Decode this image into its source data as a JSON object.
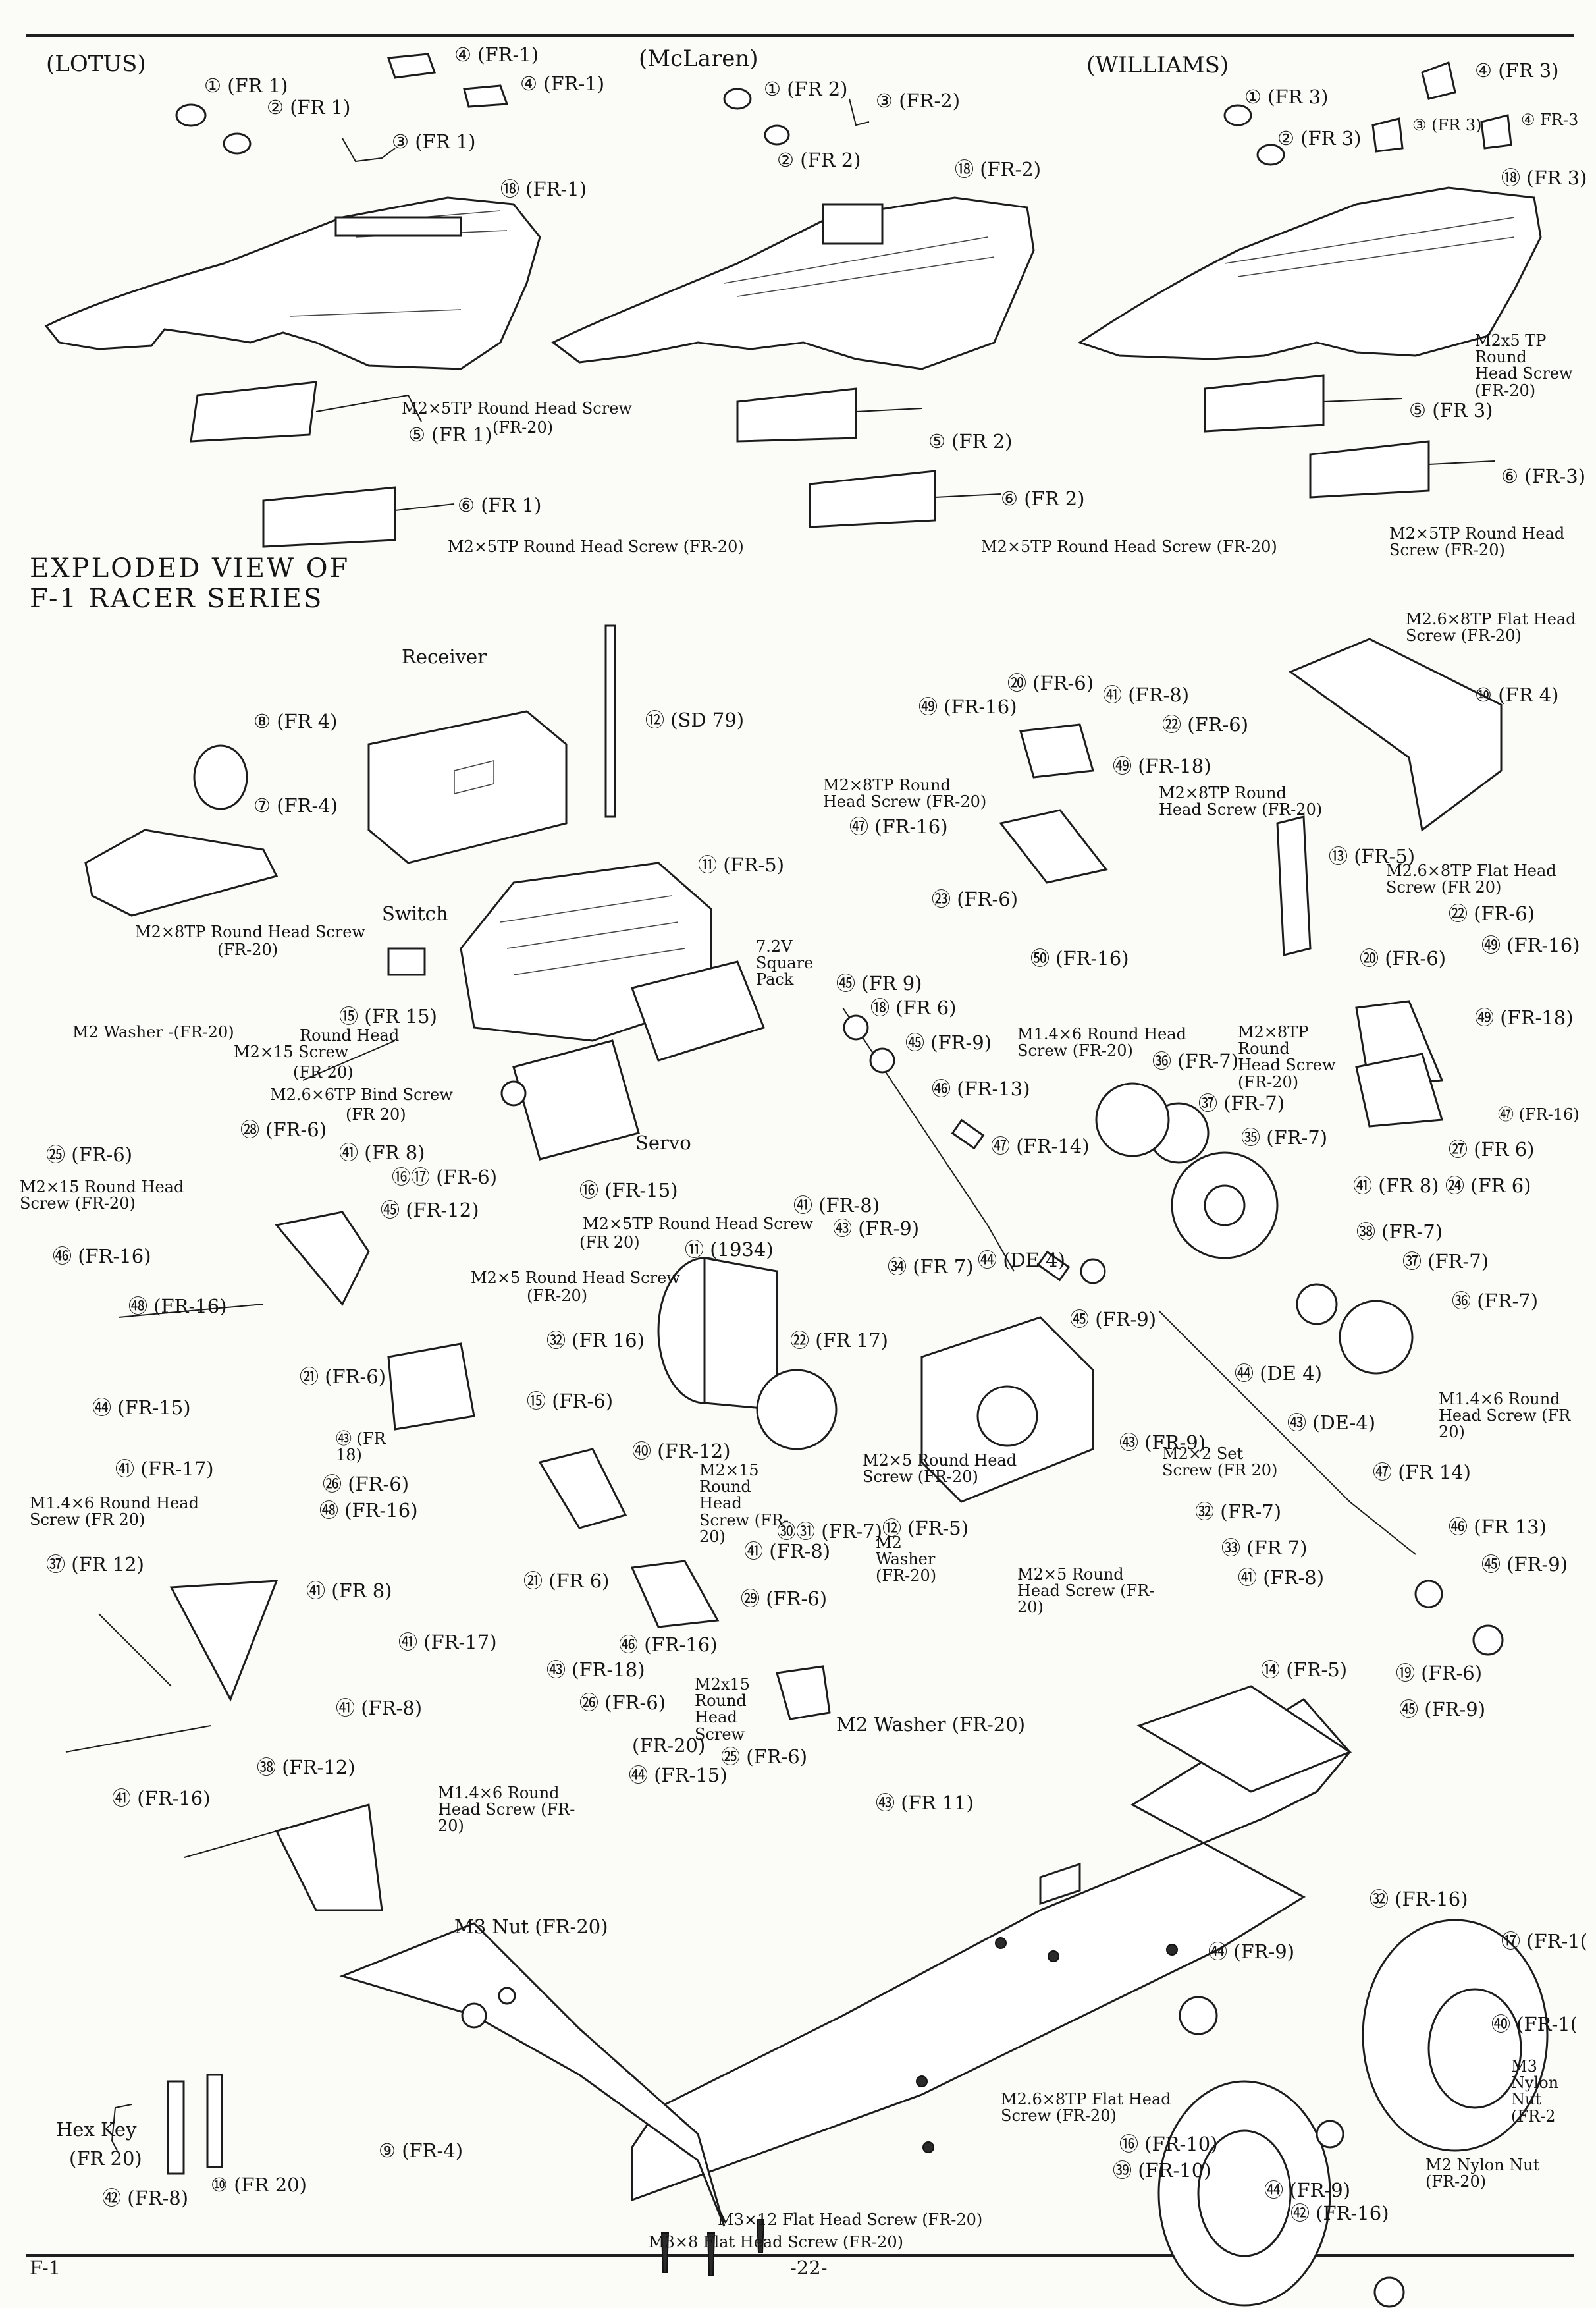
{
  "title": "EXPLODED VIEW OF F-1 RACER SERIES",
  "title_line1": "EXPLODED VIEW OF",
  "title_line2": "F-1 RACER SERIES",
  "page_number": "-22-",
  "page_code": "F-1",
  "bodies": {
    "lotus": {
      "name": "(LOTUS)"
    },
    "mclaren": {
      "name": "(McLaren)"
    },
    "williams": {
      "name": "(WILLIAMS)"
    }
  },
  "labels": [
    {
      "id": "lotus-1",
      "text": "① (FR 1)"
    },
    {
      "id": "lotus-2",
      "text": "② (FR 1)"
    },
    {
      "id": "lotus-3",
      "text": "③ (FR 1)"
    },
    {
      "id": "lotus-4a",
      "text": "④ (FR-1)"
    },
    {
      "id": "lotus-4b",
      "text": "④ (FR-1)"
    },
    {
      "id": "lotus-78",
      "text": "⑱ (FR-1)"
    },
    {
      "id": "lotus-5",
      "text": "⑤ (FR 1)"
    },
    {
      "id": "lotus-6",
      "text": "⑥ (FR 1)"
    },
    {
      "id": "lotus-screw1a",
      "text": "M2×5TP Round Head Screw"
    },
    {
      "id": "lotus-screw1b",
      "text": "(FR-20)"
    },
    {
      "id": "lotus-screw2",
      "text": "M2×5TP Round Head Screw (FR-20)"
    },
    {
      "id": "mcl-1",
      "text": "① (FR 2)"
    },
    {
      "id": "mcl-3",
      "text": "③ (FR-2)"
    },
    {
      "id": "mcl-2",
      "text": "② (FR 2)"
    },
    {
      "id": "mcl-78",
      "text": "⑱ (FR-2)"
    },
    {
      "id": "mcl-5",
      "text": "⑤ (FR 2)"
    },
    {
      "id": "mcl-6",
      "text": "⑥ (FR 2)"
    },
    {
      "id": "mcl-screw",
      "text": "M2×5TP Round Head Screw (FR-20)"
    },
    {
      "id": "wil-4a",
      "text": "④ (FR 3)"
    },
    {
      "id": "wil-1",
      "text": "① (FR 3)"
    },
    {
      "id": "wil-2",
      "text": "② (FR 3)"
    },
    {
      "id": "wil-3",
      "text": "③ (FR 3)"
    },
    {
      "id": "wil-4b",
      "text": "④ FR-3"
    },
    {
      "id": "wil-78",
      "text": "⑱ (FR 3)"
    },
    {
      "id": "wil-screw1",
      "text": "M2x5 TP Round Head Screw (FR-20)"
    },
    {
      "id": "wil-5",
      "text": "⑤ (FR 3)"
    },
    {
      "id": "wil-6",
      "text": "⑥ (FR-3)"
    },
    {
      "id": "wil-screw2",
      "text": "M2×5TP Round Head Screw (FR-20)"
    },
    {
      "id": "receiver",
      "text": "Receiver"
    },
    {
      "id": "p72",
      "text": "⑫ (SD 79)"
    },
    {
      "id": "p8",
      "text": "⑧ (FR 4)"
    },
    {
      "id": "p7",
      "text": "⑦ (FR-4)"
    },
    {
      "id": "m2x8a",
      "text": "M2×8TP Round Head Screw"
    },
    {
      "id": "m2x8a2",
      "text": "(FR-20)"
    },
    {
      "id": "switch",
      "text": "Switch"
    },
    {
      "id": "p11",
      "text": "⑪ (FR-5)"
    },
    {
      "id": "battery",
      "text": "7.2V Square Pack"
    },
    {
      "id": "p65",
      "text": "⑮ (FR 15)"
    },
    {
      "id": "rh1",
      "text": "Round Head"
    },
    {
      "id": "m2washer",
      "text": "M2 Washer -(FR-20)"
    },
    {
      "id": "m2x15screw",
      "text": "M2×15 Screw"
    },
    {
      "id": "fr20a",
      "text": "(FR 20)"
    },
    {
      "id": "m26bind",
      "text": "M2.6×6TP Bind Screw"
    },
    {
      "id": "fr20b",
      "text": "(FR 20)"
    },
    {
      "id": "servo",
      "text": "Servo"
    },
    {
      "id": "p25",
      "text": "㉕ (FR-6)"
    },
    {
      "id": "p28",
      "text": "㉘ (FR-6)"
    },
    {
      "id": "p41a",
      "text": "㊶ (FR 8)"
    },
    {
      "id": "p16",
      "text": "⑯⑰ (FR-6)"
    },
    {
      "id": "p66",
      "text": "⑯ (FR-15)"
    },
    {
      "id": "m2x15rh",
      "text": "M2×15 Round Head Screw (FR-20)"
    },
    {
      "id": "p59",
      "text": "㊺ (FR-12)"
    },
    {
      "id": "m2x5tp2",
      "text": "M2×5TP Round Head Screw"
    },
    {
      "id": "fr20c",
      "text": "(FR 20)"
    },
    {
      "id": "p71",
      "text": "⑪ (1934)"
    },
    {
      "id": "p46a",
      "text": "㊻ (FR-16)"
    },
    {
      "id": "m2x5rh",
      "text": "M2×5 Round Head Screw"
    },
    {
      "id": "fr20d",
      "text": "(FR-20)"
    },
    {
      "id": "p48a",
      "text": "㊽ (FR-16)"
    },
    {
      "id": "p52",
      "text": "㉜ (FR 16)"
    },
    {
      "id": "p21a",
      "text": "㉑ (FR-6)"
    },
    {
      "id": "p15",
      "text": "⑮ (FR-6)"
    },
    {
      "id": "p64a",
      "text": "㊹ (FR-15)"
    },
    {
      "id": "p68a",
      "text": "㊸ (FR 18)"
    },
    {
      "id": "p26a",
      "text": "㉖ (FR-6)"
    },
    {
      "id": "p61a",
      "text": "㊶ (FR-17)"
    },
    {
      "id": "m14x6a",
      "text": "M1.4×6 Round Head Screw (FR 20)"
    },
    {
      "id": "p48b",
      "text": "㊽ (FR-16)"
    },
    {
      "id": "p60",
      "text": "㊵ (FR-12)"
    },
    {
      "id": "p62",
      "text": "㉒ (FR 17)"
    },
    {
      "id": "m2x15b",
      "text": "M2×15 Round Head Screw (FR-20)"
    },
    {
      "id": "m2x5b",
      "text": "M2×5 Round Head Screw (FR-20)"
    },
    {
      "id": "p12",
      "text": "⑫ (FR-5)"
    },
    {
      "id": "p30",
      "text": "㉚㉛ (FR-7)"
    },
    {
      "id": "p41b",
      "text": "㊶ (FR-8)"
    },
    {
      "id": "p57",
      "text": "㊲ (FR 12)"
    },
    {
      "id": "p41c",
      "text": "㊶ (FR 8)"
    },
    {
      "id": "p21b",
      "text": "㉑ (FR 6)"
    },
    {
      "id": "p29",
      "text": "㉙ (FR-6)"
    },
    {
      "id": "p46b",
      "text": "㊻ (FR-16)"
    },
    {
      "id": "p61b",
      "text": "㊶ (FR-17)"
    },
    {
      "id": "p68b",
      "text": "㊸ (FR-18)"
    },
    {
      "id": "p26b",
      "text": "㉖ (FR-6)"
    },
    {
      "id": "fr20e",
      "text": "(FR-20)"
    },
    {
      "id": "m2x15c",
      "text": "M2x15 Round Head Screw"
    },
    {
      "id": "p25b",
      "text": "㉕ (FR-6)"
    },
    {
      "id": "m2washer2",
      "text": "M2 Washer (FR-20)"
    },
    {
      "id": "p41d",
      "text": "㊶ (FR-8)"
    },
    {
      "id": "m14x6b",
      "text": "M1.4×6 Round Head Screw (FR-20)"
    },
    {
      "id": "p64b",
      "text": "㊹ (FR-15)"
    },
    {
      "id": "p51",
      "text": "㊶ (FR-16)"
    },
    {
      "id": "p58",
      "text": "㊳ (FR-12)"
    },
    {
      "id": "m2wash3",
      "text": "M2 Washer (FR-20)"
    },
    {
      "id": "m2x5c",
      "text": "M2×5 Round Head Screw (FR-20)"
    },
    {
      "id": "p49",
      "text": "㊾ (FR-16)"
    },
    {
      "id": "p20a",
      "text": "⑳ (FR-6)"
    },
    {
      "id": "p41e",
      "text": "㊶ (FR-8)"
    },
    {
      "id": "p22a",
      "text": "㉒ (FR-6)"
    },
    {
      "id": "p69a",
      "text": "㊾ (FR-18)"
    },
    {
      "id": "m2x8b",
      "text": "M2×8TP Round Head Screw (FR-20)"
    },
    {
      "id": "p47a",
      "text": "㊼ (FR-16)"
    },
    {
      "id": "m2x8c",
      "text": "M2×8TP Round Head Screw (FR-20)"
    },
    {
      "id": "p23",
      "text": "㉓ (FR-6)"
    },
    {
      "id": "p13",
      "text": "⑬ (FR-5)"
    },
    {
      "id": "m26flat",
      "text": "M2.6×8TP Flat Head Screw (FR-20)"
    },
    {
      "id": "p10",
      "text": "⑩ (FR 4)"
    },
    {
      "id": "m26flat2",
      "text": "M2.6×8TP Flat Head Screw (FR 20)"
    },
    {
      "id": "p22b",
      "text": "㉒ (FR-6)"
    },
    {
      "id": "p49b",
      "text": "㊾ (FR-16)"
    },
    {
      "id": "p50",
      "text": "㊿ (FR-16)"
    },
    {
      "id": "p20b",
      "text": "⑳ (FR-6)"
    },
    {
      "id": "p69b",
      "text": "㊾ (FR-18)"
    },
    {
      "id": "m2x8d",
      "text": "M2×8TP Round Head Screw (FR-20)"
    },
    {
      "id": "p47b",
      "text": "㊼ (FR-16)"
    },
    {
      "id": "p27",
      "text": "㉗ (FR 6)"
    },
    {
      "id": "p41f",
      "text": "㊶ (FR 8)"
    },
    {
      "id": "p24",
      "text": "㉔ (FR 6)"
    },
    {
      "id": "p45a",
      "text": "㊺ (FR 9)"
    },
    {
      "id": "p18",
      "text": "⑱ (FR 6)"
    },
    {
      "id": "p45b",
      "text": "㊺ (FR-9)"
    },
    {
      "id": "p56a",
      "text": "㊻ (FR-13)"
    },
    {
      "id": "m14x6c",
      "text": "M1.4×6 Round Head Screw (FR-20)"
    },
    {
      "id": "p36a",
      "text": "㊱ (FR-7)"
    },
    {
      "id": "p37a",
      "text": "㊲ (FR-7)"
    },
    {
      "id": "p35",
      "text": "㉟ (FR-7)"
    },
    {
      "id": "p55a",
      "text": "㊼ (FR-14)"
    },
    {
      "id": "p54a",
      "text": "㊹ (DE 4)"
    },
    {
      "id": "p41g",
      "text": "㊶ (FR-8)"
    },
    {
      "id": "p43a",
      "text": "㊸ (FR-9)"
    },
    {
      "id": "p34",
      "text": "㉞ (FR 7)"
    },
    {
      "id": "p38",
      "text": "㊳ (FR-7)"
    },
    {
      "id": "p37b",
      "text": "㊲ (FR-7)"
    },
    {
      "id": "p36b",
      "text": "㊱ (FR-7)"
    },
    {
      "id": "p45c",
      "text": "㊺ (FR-9)"
    },
    {
      "id": "p54b",
      "text": "㊹ (DE 4)"
    },
    {
      "id": "p53",
      "text": "㊸ (DE-4)"
    },
    {
      "id": "m14x6d",
      "text": "M1.4×6 Round Head Screw (FR 20)"
    },
    {
      "id": "p43b",
      "text": "㊸ (FR-9)"
    },
    {
      "id": "m2x2",
      "text": "M2×2 Set Screw (FR 20)"
    },
    {
      "id": "p32",
      "text": "㉜ (FR-7)"
    },
    {
      "id": "p33",
      "text": "㉝ (FR 7)"
    },
    {
      "id": "p41h",
      "text": "㊶ (FR-8)"
    },
    {
      "id": "p55b",
      "text": "㊼ (FR 14)"
    },
    {
      "id": "p56b",
      "text": "㊻ (FR 13)"
    },
    {
      "id": "p45d",
      "text": "㊺ (FR-9)"
    },
    {
      "id": "p14",
      "text": "⑭ (FR-5)"
    },
    {
      "id": "p19",
      "text": "⑲ (FR-6)"
    },
    {
      "id": "p45e",
      "text": "㊺ (FR-9)"
    },
    {
      "id": "p63",
      "text": "㊸ (FR 11)"
    },
    {
      "id": "p52b",
      "text": "㉜ (FR-16)"
    },
    {
      "id": "p44a",
      "text": "㊹ (FR-9)"
    },
    {
      "id": "p77",
      "text": "⑰ (FR-1("
    },
    {
      "id": "p40",
      "text": "㊵ (FR-1("
    },
    {
      "id": "m3nylon",
      "text": "M3 Nylon Nut (FR-2"
    },
    {
      "id": "m3nut",
      "text": "M3 Nut (FR-20)"
    },
    {
      "id": "m26flat3",
      "text": "M2.6×8TP Flat Head Screw (FR-20)"
    },
    {
      "id": "p76",
      "text": "⑯ (FR-10)"
    },
    {
      "id": "p39",
      "text": "㊴ (FR-10)"
    },
    {
      "id": "p44b",
      "text": "㊹ (FR-9)"
    },
    {
      "id": "p67",
      "text": "㊷ (FR-16)"
    },
    {
      "id": "m2nylon",
      "text": "M2 Nylon Nut (FR-20)"
    },
    {
      "id": "p9",
      "text": "⑨ (FR-4)"
    },
    {
      "id": "hexkey",
      "text": "Hex Key"
    },
    {
      "id": "fr20f",
      "text": "(FR 20)"
    },
    {
      "id": "p42",
      "text": "㊷ (FR-8)"
    },
    {
      "id": "p70",
      "text": "⑩ (FR 20)"
    },
    {
      "id": "m3x12",
      "text": "M3×12 Flat Head Screw (FR-20)"
    },
    {
      "id": "m3x8",
      "text": "M3×8 Flat Head Screw (FR-20)"
    }
  ]
}
